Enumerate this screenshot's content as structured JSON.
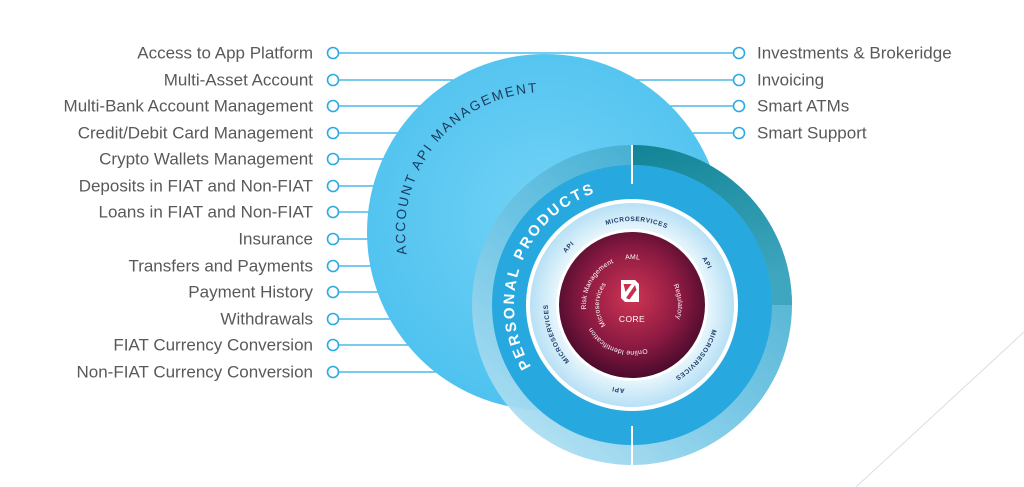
{
  "left_items": [
    "Access to App Platform",
    "Multi-Asset Account",
    "Multi-Bank Account Management",
    "Credit/Debit Card Management",
    "Crypto Wallets Management",
    "Deposits in FIAT and Non-FIAT",
    "Loans in FIAT and Non-FIAT",
    "Insurance",
    "Transfers and Payments",
    "Payment History",
    "Withdrawals",
    "FIAT Currency Conversion",
    "Non-FIAT Currency Conversion"
  ],
  "right_items": [
    "Investments & Brokeridge",
    "Invoicing",
    "Smart ATMs",
    "Smart Support"
  ],
  "outer_label": "ACCOUNT API MANAGEMENT",
  "band_label": "PERSONAL PRODUCTS",
  "ring_labels": [
    "API",
    "MICROSERVICES",
    "API",
    "MICROSERVICES",
    "API",
    "MICROSERVICES"
  ],
  "core_labels": {
    "top": "AML",
    "right": "Regulatory",
    "bottom": "Online Identification",
    "left_outer": "Risk Management",
    "left_inner": "Microservices",
    "center": "CORE"
  },
  "icons": {
    "connector_marker": "connector-marker-icon",
    "core_logo": "core-logo-icon"
  },
  "colors": {
    "accent": "#29aae1",
    "account_circle": "#5cc9f2",
    "products_band": "#27a8df",
    "teal": "#128696",
    "core": "#8c1a42",
    "label_text": "#595959",
    "outer_label_text": "#1c3a5e",
    "ring_text": "#1f3d6b"
  }
}
